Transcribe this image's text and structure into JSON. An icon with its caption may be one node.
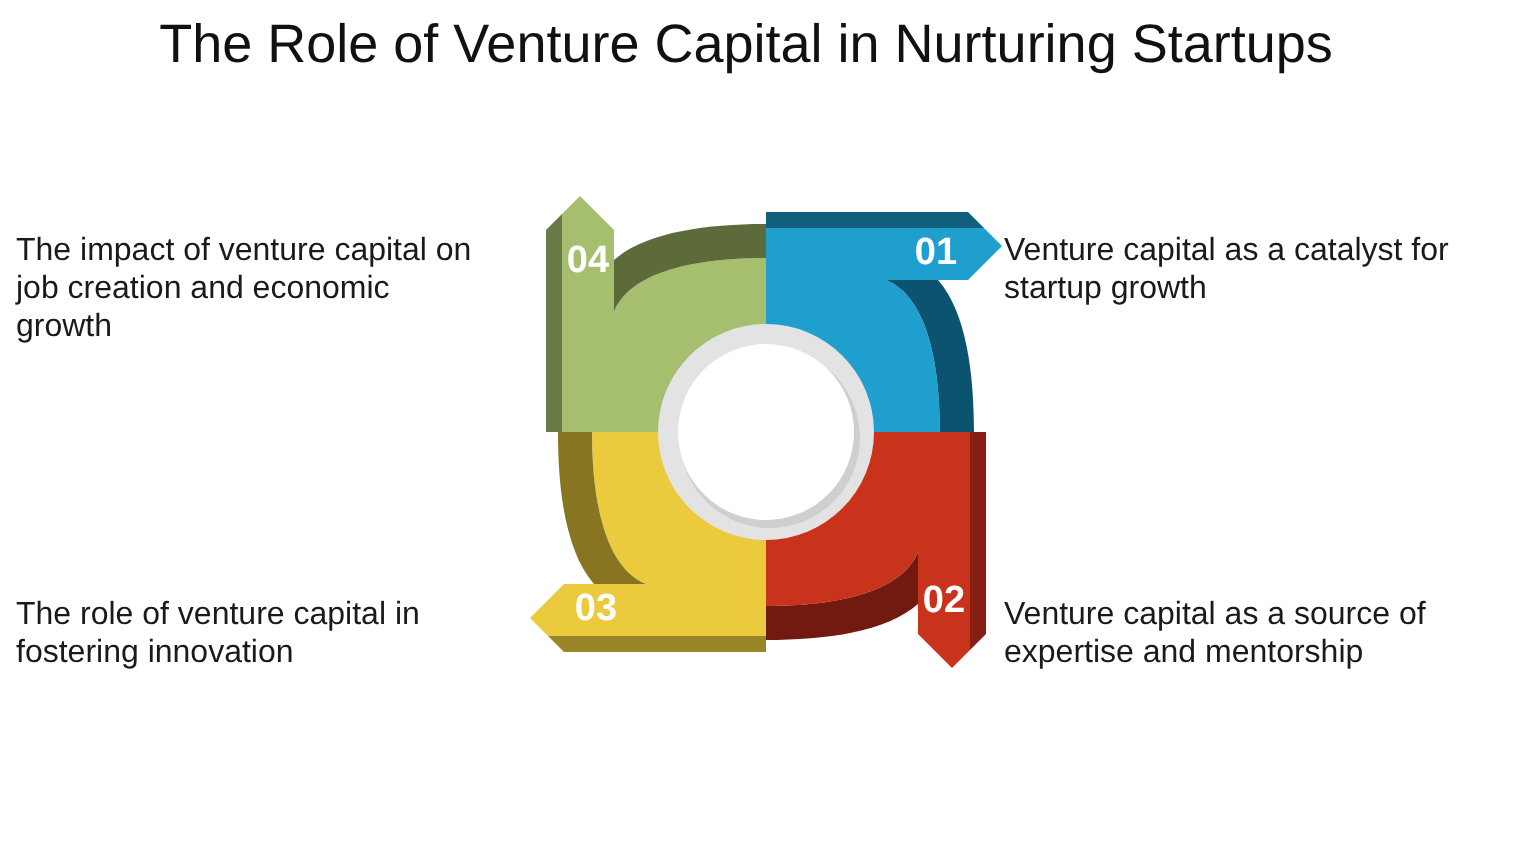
{
  "diagram": {
    "title": "The Role of Venture Capital in Nurturing Startups",
    "nodes": [
      {
        "text": [
          "01"
        ],
        "beside": [
          "Venture capital as a catalyst for startup growth"
        ]
      },
      {
        "text": [
          "02"
        ],
        "beside": [
          "Venture capital as a source of expertise and mentorship"
        ]
      },
      {
        "text": [
          "03"
        ],
        "beside": [
          "The role of venture capital in fostering innovation"
        ]
      },
      {
        "text": [
          "04"
        ],
        "beside": [
          "The impact of venture capital on job creation and economic growth"
        ]
      }
    ]
  }
}
